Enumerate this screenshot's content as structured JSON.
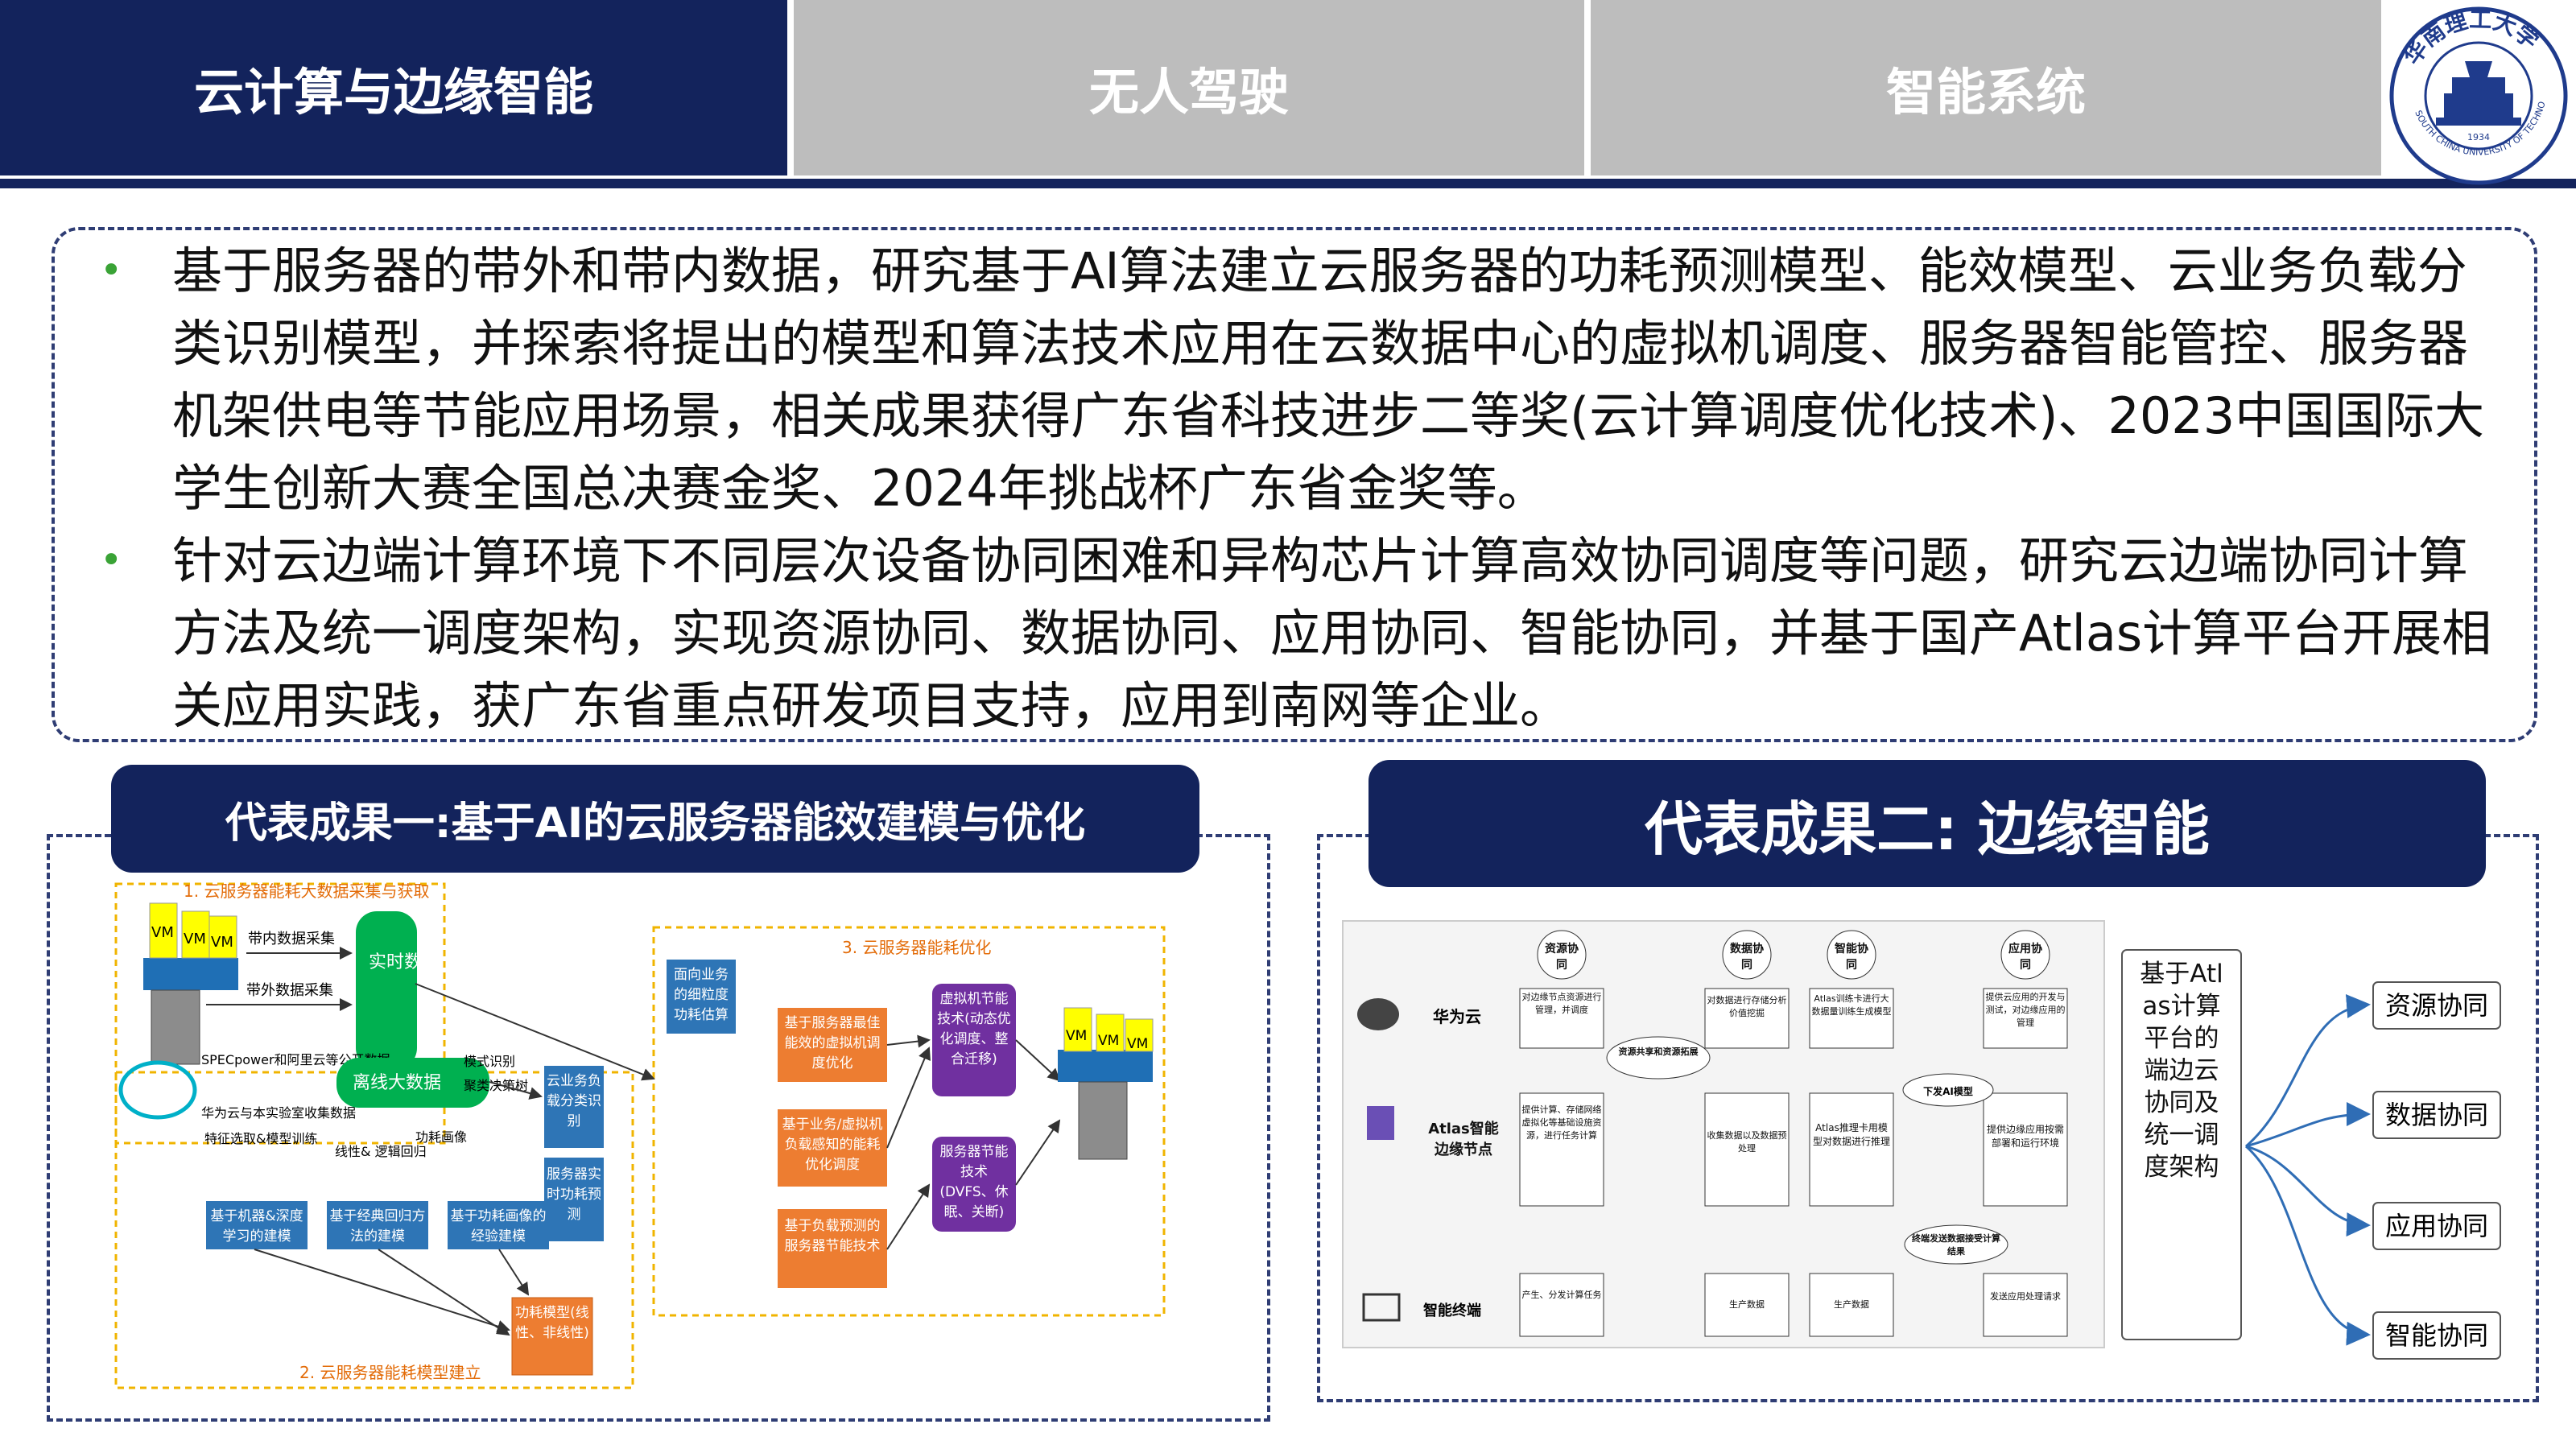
{
  "tabs": [
    {
      "label": "云计算与边缘智能",
      "active": true
    },
    {
      "label": "无人驾驶",
      "active": false
    },
    {
      "label": "智能系统",
      "active": false
    }
  ],
  "logo": {
    "text": "华南理工大学",
    "subtitle": "SOUTH CHINA UNIVERSITY OF TECHNOLOGY",
    "year": "1934"
  },
  "bullets": [
    "基于服务器的带外和带内数据，研究基于AI算法建立云服务器的功耗预测模型、能效模型、云业务负载分类识别模型，并探索将提出的模型和算法技术应用在云数据中心的虚拟机调度、服务器智能管控、服务器机架供电等节能应用场景，相关成果获得广东省科技进步二等奖(云计算调度优化技术)、2023中国国际大学生创新大赛全国总决赛金奖、2024年挑战杯广东省金奖等。",
    "针对云边端计算环境下不同层次设备协同困难和异构芯片计算高效协同调度等问题，研究云边端协同计算方法及统一调度架构，实现资源协同、数据协同、应用协同、智能协同，并基于国产Atlas计算平台开展相关应用实践，获广东省重点研发项目支持，应用到南网等企业。"
  ],
  "result1": {
    "title": "代表成果一:基于AI的云服务器能效建模与优化",
    "diagram": {
      "section1": "1. 云服务器能耗大数据采集与获取",
      "section2": "2. 云服务器能耗模型建立",
      "section3": "3. 云服务器能耗优化",
      "vm": "VM",
      "inband": "带内数据采集",
      "outband": "带外数据采集",
      "realtime": "实时数据",
      "public_data": "SPECpower和阿里云等公开数据",
      "lab_data": "华为云与本实验室收集数据",
      "offline": "离线大数据",
      "pattern": "模式识别",
      "cluster": "聚类决策树",
      "feature": "特征选取&模型训练",
      "linear": "线性& 逻辑回归",
      "profile": "功耗画像",
      "cloud_cls": "云业务负载分类识别",
      "realtime_pred": "服务器实时功耗预测",
      "ml": "基于机器&深度学习的建模",
      "regression": "基于经典回归方法的建模",
      "profile_model": "基于功耗画像的经验建模",
      "power_model": "功耗模型(线性、非线性)",
      "fine": "面向业务的细粒度功耗估算",
      "opt1": "基于服务器最佳能效的虚拟机调度优化",
      "opt2": "基于业务/虚拟机负载感知的能耗优化调度",
      "opt3": "基于负载预测的服务器节能技术",
      "vm_tech": "虚拟机节能技术(动态优化调度、整合迁移)",
      "server_tech": "服务器节能技术(DVFS、休眠、关断)"
    }
  },
  "result2": {
    "title": "代表成果二: 边缘智能",
    "diagram": {
      "cols": [
        "资源协同",
        "数据协同",
        "智能协同",
        "应用协同"
      ],
      "huawei_cloud": "华为云",
      "edge_node": "Atlas智能边缘节点",
      "terminal": "智能终端",
      "top_texts": [
        "对边缘节点资源进行管理，并调度",
        "对数据进行存储分析价值挖掘",
        "Atlas训练卡进行大数据量训练生成模型",
        "提供云应用的开发与测试，对边缘应用的管理"
      ],
      "share": "资源共享和资源拓展",
      "issue_model": "下发AI模型",
      "mid_texts": [
        "提供计算、存储网络虚拟化等基础设施资源，进行任务计算",
        "收集数据以及数据预处理",
        "Atlas推理卡用模型对数据进行推理",
        "提供边缘应用按需部署和运行环境"
      ],
      "terminal_send": "终端发送数据接受计算结果",
      "bottom_texts": [
        "产生、分发计算任务",
        "生产数据",
        "生产数据",
        "发送应用处理请求"
      ],
      "hub": "基于Atlas计算平台的端边云协同及统一调度架构",
      "outputs": [
        "资源协同",
        "数据协同",
        "应用协同",
        "智能协同"
      ]
    }
  },
  "colors": {
    "navy": "#13235c",
    "inactive_tab": "#bdbdbd",
    "bullet": "#3aa336",
    "orange": "#ed7d31",
    "blue": "#4472c4",
    "purple": "#7030a0",
    "green": "#00b050",
    "teal": "#00b0c8"
  }
}
